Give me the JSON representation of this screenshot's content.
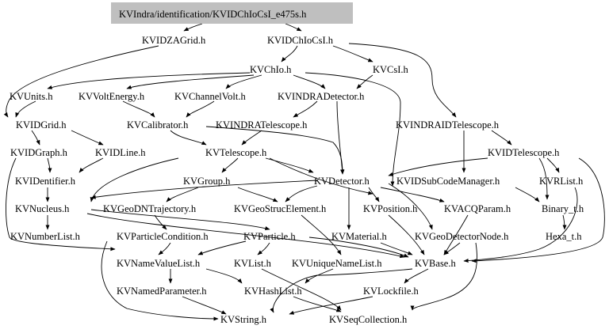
{
  "graph": {
    "title": "KVIndra/identification/KVIDChIoCsI_e475s.h",
    "colors": {
      "root_fill": "#bfbfbf",
      "edge": "#000000",
      "background": "#ffffff"
    },
    "nodes": [
      {
        "id": "root",
        "label": "KVIndra/identification/KVIDChIoCsI_e475s.h",
        "root": true
      },
      {
        "id": "KVIDZAGrid",
        "label": "KVIDZAGrid.h"
      },
      {
        "id": "KVIDChIoCsI",
        "label": "KVIDChIoCsI.h"
      },
      {
        "id": "KVChIo",
        "label": "KVChIo.h"
      },
      {
        "id": "KVCsI",
        "label": "KVCsI.h"
      },
      {
        "id": "KVUnits",
        "label": "KVUnits.h"
      },
      {
        "id": "KVVoltEnergy",
        "label": "KVVoltEnergy.h"
      },
      {
        "id": "KVChannelVolt",
        "label": "KVChannelVolt.h"
      },
      {
        "id": "KVINDRADetector",
        "label": "KVINDRADetector.h"
      },
      {
        "id": "KVIDGrid",
        "label": "KVIDGrid.h"
      },
      {
        "id": "KVCalibrator",
        "label": "KVCalibrator.h"
      },
      {
        "id": "KVINDRATelescope",
        "label": "KVINDRATelescope.h"
      },
      {
        "id": "KVINDRAIDTelescope",
        "label": "KVINDRAIDTelescope.h"
      },
      {
        "id": "KVIDGraph",
        "label": "KVIDGraph.h"
      },
      {
        "id": "KVIDLine",
        "label": "KVIDLine.h"
      },
      {
        "id": "KVTelescope",
        "label": "KVTelescope.h"
      },
      {
        "id": "KVIDTelescope",
        "label": "KVIDTelescope.h"
      },
      {
        "id": "KVIDentifier",
        "label": "KVIDentifier.h"
      },
      {
        "id": "KVGroup",
        "label": "KVGroup.h"
      },
      {
        "id": "KVDetector",
        "label": "KVDetector.h"
      },
      {
        "id": "KVIDSubCodeManager",
        "label": "KVIDSubCodeManager.h"
      },
      {
        "id": "KVRList",
        "label": "KVRList.h"
      },
      {
        "id": "KVNucleus",
        "label": "KVNucleus.h"
      },
      {
        "id": "KVGeoDNTrajectory",
        "label": "KVGeoDNTrajectory.h"
      },
      {
        "id": "KVGeoStrucElement",
        "label": "KVGeoStrucElement.h"
      },
      {
        "id": "KVPosition",
        "label": "KVPosition.h"
      },
      {
        "id": "KVACQParam",
        "label": "KVACQParam.h"
      },
      {
        "id": "Binary_t",
        "label": "Binary_t.h"
      },
      {
        "id": "KVNumberList",
        "label": "KVNumberList.h"
      },
      {
        "id": "KVParticleCondition",
        "label": "KVParticleCondition.h"
      },
      {
        "id": "KVParticle",
        "label": "KVParticle.h"
      },
      {
        "id": "KVMaterial",
        "label": "KVMaterial.h"
      },
      {
        "id": "KVGeoDetectorNode",
        "label": "KVGeoDetectorNode.h"
      },
      {
        "id": "Hexa_t",
        "label": "Hexa_t.h"
      },
      {
        "id": "KVNameValueList",
        "label": "KVNameValueList.h"
      },
      {
        "id": "KVList",
        "label": "KVList.h"
      },
      {
        "id": "KVUniqueNameList",
        "label": "KVUniqueNameList.h"
      },
      {
        "id": "KVBase",
        "label": "KVBase.h"
      },
      {
        "id": "KVNamedParameter",
        "label": "KVNamedParameter.h"
      },
      {
        "id": "KVHashList",
        "label": "KVHashList.h"
      },
      {
        "id": "KVLockfile",
        "label": "KVLockfile.h"
      },
      {
        "id": "KVString",
        "label": "KVString.h"
      },
      {
        "id": "KVSeqCollection",
        "label": "KVSeqCollection.h"
      }
    ]
  }
}
